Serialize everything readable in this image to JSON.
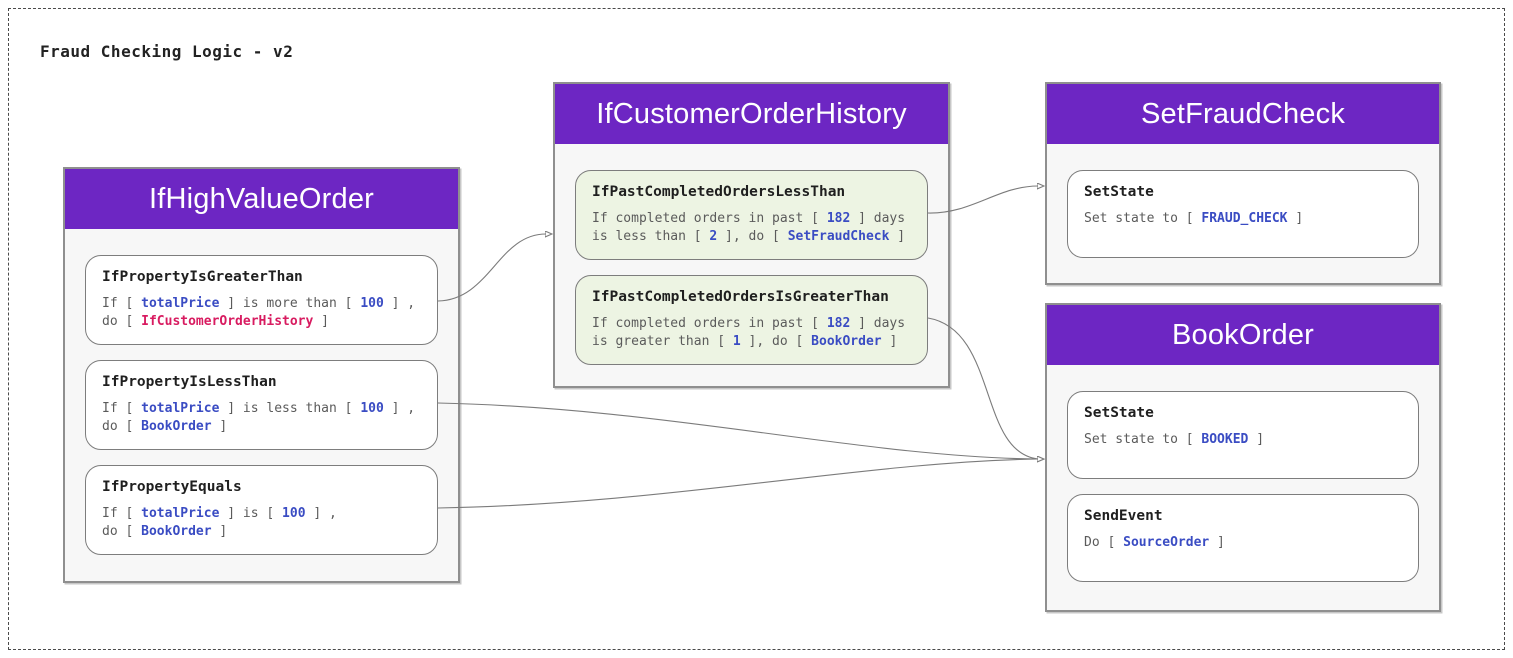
{
  "title": "Fraud Checking Logic - v2",
  "colors": {
    "header_purple": "#6d26c3",
    "value_blue": "#3a4cc3",
    "action_pink": "#d81b60",
    "connector_gray": "#7b7b7b",
    "card_green": "#edf4e3"
  },
  "boxes": [
    {
      "title": "IfHighValueOrder",
      "cards": [
        {
          "name": "IfPropertyIsGreaterThan",
          "lines": [
            [
              {
                "t": "If [ "
              },
              {
                "t": "totalPrice",
                "c": "v"
              },
              {
                "t": " ] is more than [ "
              },
              {
                "t": "100",
                "c": "v"
              },
              {
                "t": " ] ,"
              }
            ],
            [
              {
                "t": "do [ "
              },
              {
                "t": "IfCustomerOrderHistory",
                "c": "p"
              },
              {
                "t": " ]"
              }
            ]
          ]
        },
        {
          "name": "IfPropertyIsLessThan",
          "lines": [
            [
              {
                "t": "If [ "
              },
              {
                "t": "totalPrice",
                "c": "v"
              },
              {
                "t": " ] is less than [ "
              },
              {
                "t": "100",
                "c": "v"
              },
              {
                "t": " ] ,"
              }
            ],
            [
              {
                "t": "do [ "
              },
              {
                "t": "BookOrder",
                "c": "v"
              },
              {
                "t": " ]"
              }
            ]
          ]
        },
        {
          "name": "IfPropertyEquals",
          "lines": [
            [
              {
                "t": "If [ "
              },
              {
                "t": "totalPrice",
                "c": "v"
              },
              {
                "t": " ] is [ "
              },
              {
                "t": "100",
                "c": "v"
              },
              {
                "t": " ] ,"
              }
            ],
            [
              {
                "t": "do [ "
              },
              {
                "t": "BookOrder",
                "c": "v"
              },
              {
                "t": " ]"
              }
            ]
          ]
        }
      ]
    },
    {
      "title": "IfCustomerOrderHistory",
      "cards": [
        {
          "name": "IfPastCompletedOrdersLessThan",
          "lines": [
            [
              {
                "t": "If completed orders in past [ "
              },
              {
                "t": "182",
                "c": "v"
              },
              {
                "t": " ] days"
              }
            ],
            [
              {
                "t": "is less than [ "
              },
              {
                "t": "2",
                "c": "v"
              },
              {
                "t": " ], do [ "
              },
              {
                "t": "SetFraudCheck",
                "c": "v"
              },
              {
                "t": " ]"
              }
            ]
          ]
        },
        {
          "name": "IfPastCompletedOrdersIsGreaterThan",
          "lines": [
            [
              {
                "t": "If completed orders in past [ "
              },
              {
                "t": "182",
                "c": "v"
              },
              {
                "t": " ] days"
              }
            ],
            [
              {
                "t": "is greater than [ "
              },
              {
                "t": "1",
                "c": "v"
              },
              {
                "t": " ], do [ "
              },
              {
                "t": "BookOrder",
                "c": "v"
              },
              {
                "t": " ]"
              }
            ]
          ]
        }
      ]
    },
    {
      "title": "SetFraudCheck",
      "cards": [
        {
          "name": "SetState",
          "lines": [
            [
              {
                "t": "Set state to [ "
              },
              {
                "t": "FRAUD_CHECK",
                "c": "v"
              },
              {
                "t": " ]"
              }
            ]
          ]
        }
      ]
    },
    {
      "title": "BookOrder",
      "cards": [
        {
          "name": "SetState",
          "lines": [
            [
              {
                "t": "Set state to [ "
              },
              {
                "t": "BOOKED",
                "c": "v"
              },
              {
                "t": " ]"
              }
            ]
          ]
        },
        {
          "name": "SendEvent",
          "lines": [
            [
              {
                "t": "Do [ "
              },
              {
                "t": "SourceOrder",
                "c": "v"
              },
              {
                "t": " ]"
              }
            ]
          ]
        }
      ]
    }
  ],
  "edges": [
    {
      "from": "IfPropertyIsGreaterThan",
      "to": "IfCustomerOrderHistory"
    },
    {
      "from": "IfPastCompletedOrdersLessThan",
      "to": "SetFraudCheck"
    },
    {
      "from": "IfPastCompletedOrdersIsGreaterThan",
      "to": "BookOrder"
    },
    {
      "from": "IfPropertyIsLessThan",
      "to": "BookOrder"
    },
    {
      "from": "IfPropertyEquals",
      "to": "BookOrder"
    }
  ]
}
